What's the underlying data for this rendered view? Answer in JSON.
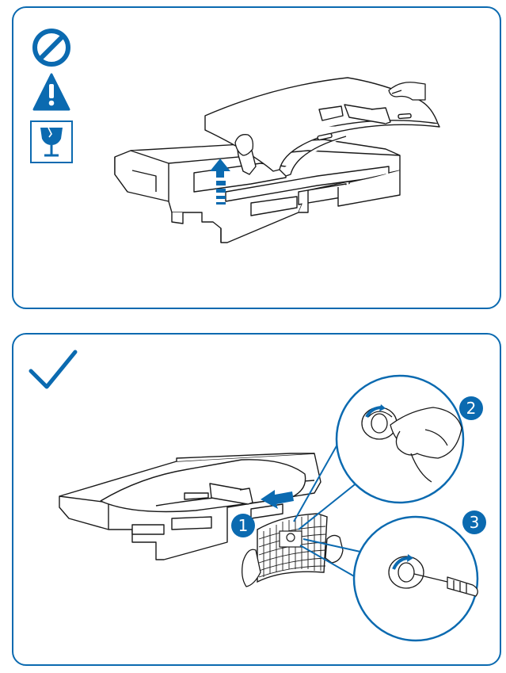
{
  "colors": {
    "accent": "#0b6ab0",
    "line": "#1a1a1a",
    "fill": "#ffffff"
  },
  "top_panel": {
    "icons": [
      "prohibited-icon",
      "warning-icon",
      "fragile-glass-icon"
    ],
    "arrow_direction": "up"
  },
  "bottom_panel": {
    "icons": [
      "checkmark-icon"
    ],
    "steps": [
      {
        "number": "1"
      },
      {
        "number": "2"
      },
      {
        "number": "3"
      }
    ]
  }
}
